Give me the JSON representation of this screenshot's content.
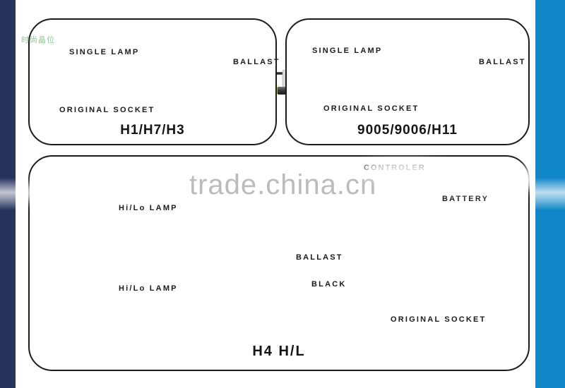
{
  "image": {
    "title": "HID conversion kit wiring diagrams",
    "watermark_main": "trade.china.cn",
    "watermark_green": "时尚晶位",
    "background": "#ffffff",
    "rail_left_color": "#26345c",
    "rail_right_color": "#1287c7"
  },
  "panels": [
    {
      "id": "h1",
      "title": "H1/H7/H3",
      "labels": {
        "lamp": "SINGLE LAMP",
        "socket": "ORIGINAL SOCKET",
        "ballast": "BALLAST"
      }
    },
    {
      "id": "9005",
      "title": "9005/9006/H11",
      "labels": {
        "lamp": "SINGLE LAMP",
        "socket": "ORIGINAL SOCKET",
        "ballast": "BALLAST"
      }
    },
    {
      "id": "h4",
      "title": "H4 H/L",
      "labels": {
        "lamp_top": "Hi/Lo LAMP",
        "lamp_bottom": "Hi/Lo LAMP",
        "controler": "CONTROLER",
        "battery": "BATTERY",
        "ballast": "BALLAST",
        "black": "BLACK",
        "socket": "ORIGINAL SOCKET"
      }
    }
  ],
  "colors": {
    "wire_black": "#2b2b2b",
    "wire_red": "#a8442a",
    "wire_tan": "#c9b79a",
    "wire_yellow": "#d6c24a",
    "battery_body": "#8d9298",
    "battery_plus": "#c02b28",
    "battery_minus": "#2a55a8",
    "fuse_red": "#b22a26",
    "lamp_shell": "#6e757c",
    "ballast_body": "#c9cfcb",
    "outline": "#1b1b1b"
  }
}
